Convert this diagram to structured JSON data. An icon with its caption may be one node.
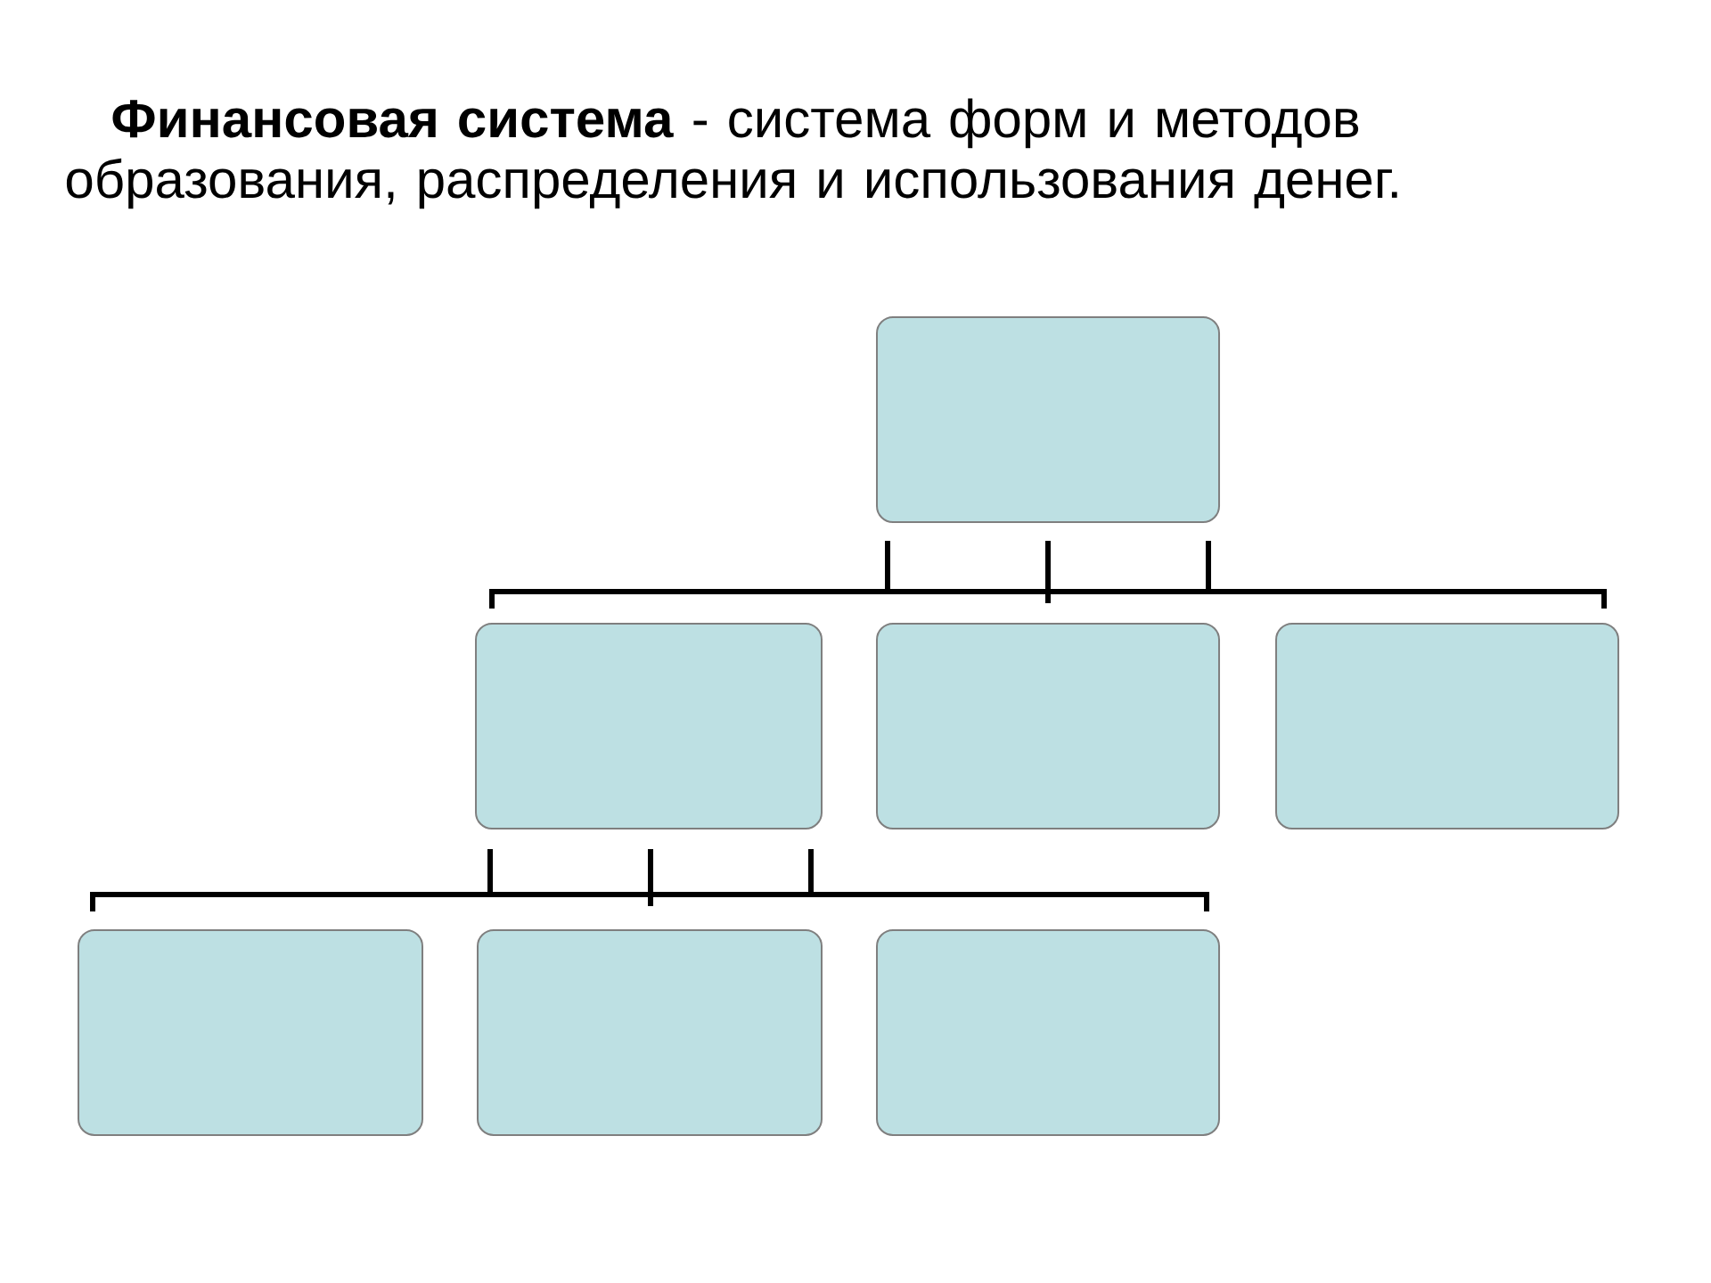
{
  "diagram": {
    "title": "**Финансовая система** - система форм и методов образования, распределения и использования денег.",
    "nodes": [
      {
        "text": [],
        "shape": "box"
      },
      {
        "text": [],
        "shape": "box"
      },
      {
        "text": [],
        "shape": "box"
      },
      {
        "text": [],
        "shape": "box"
      },
      {
        "text": [],
        "shape": "box"
      },
      {
        "text": [],
        "shape": "box"
      },
      {
        "text": [],
        "shape": "box"
      }
    ]
  }
}
